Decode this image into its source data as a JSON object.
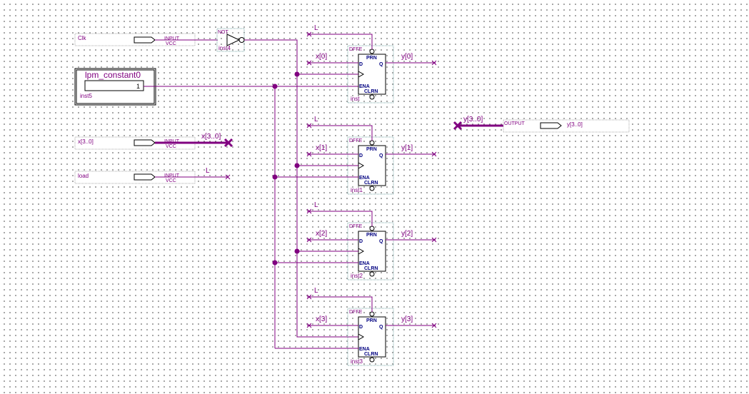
{
  "colors": {
    "wire": "#800080",
    "port_text": "#000080",
    "grid_dot": "#5a5a5a",
    "background": "#ffffff"
  },
  "pins": {
    "clk": {
      "name": "Clk",
      "type": "INPUT",
      "default": "VCC"
    },
    "x": {
      "name": "x[3..0]",
      "type": "INPUT",
      "default": "VCC",
      "net": "x[3..0]"
    },
    "load": {
      "name": "load",
      "type": "INPUT",
      "default": "VCC",
      "net": "L"
    },
    "y_out": {
      "name": "y[3..0]",
      "type": "OUTPUT",
      "net": "y[3..0]"
    }
  },
  "not_gate": {
    "type": "NOT",
    "instance": "inst4"
  },
  "constant": {
    "name": "lpm_constant0",
    "value": "1",
    "instance": "inst5"
  },
  "dff": {
    "type": "DFFE",
    "ports": {
      "prn": "PRN",
      "d": "D",
      "q": "Q",
      "ena": "ENA",
      "clrn": "CLRN"
    },
    "units": [
      {
        "instance": "inst",
        "prn_net": "L",
        "d_net": "x[0]",
        "q_net": "y[0]"
      },
      {
        "instance": "inst1",
        "prn_net": "L",
        "d_net": "x[1]",
        "q_net": "y[1]"
      },
      {
        "instance": "inst2",
        "prn_net": "L",
        "d_net": "x[2]",
        "q_net": "y[2]"
      },
      {
        "instance": "inst3",
        "prn_net": "L",
        "d_net": "x[3]",
        "q_net": "y[3]"
      }
    ]
  }
}
